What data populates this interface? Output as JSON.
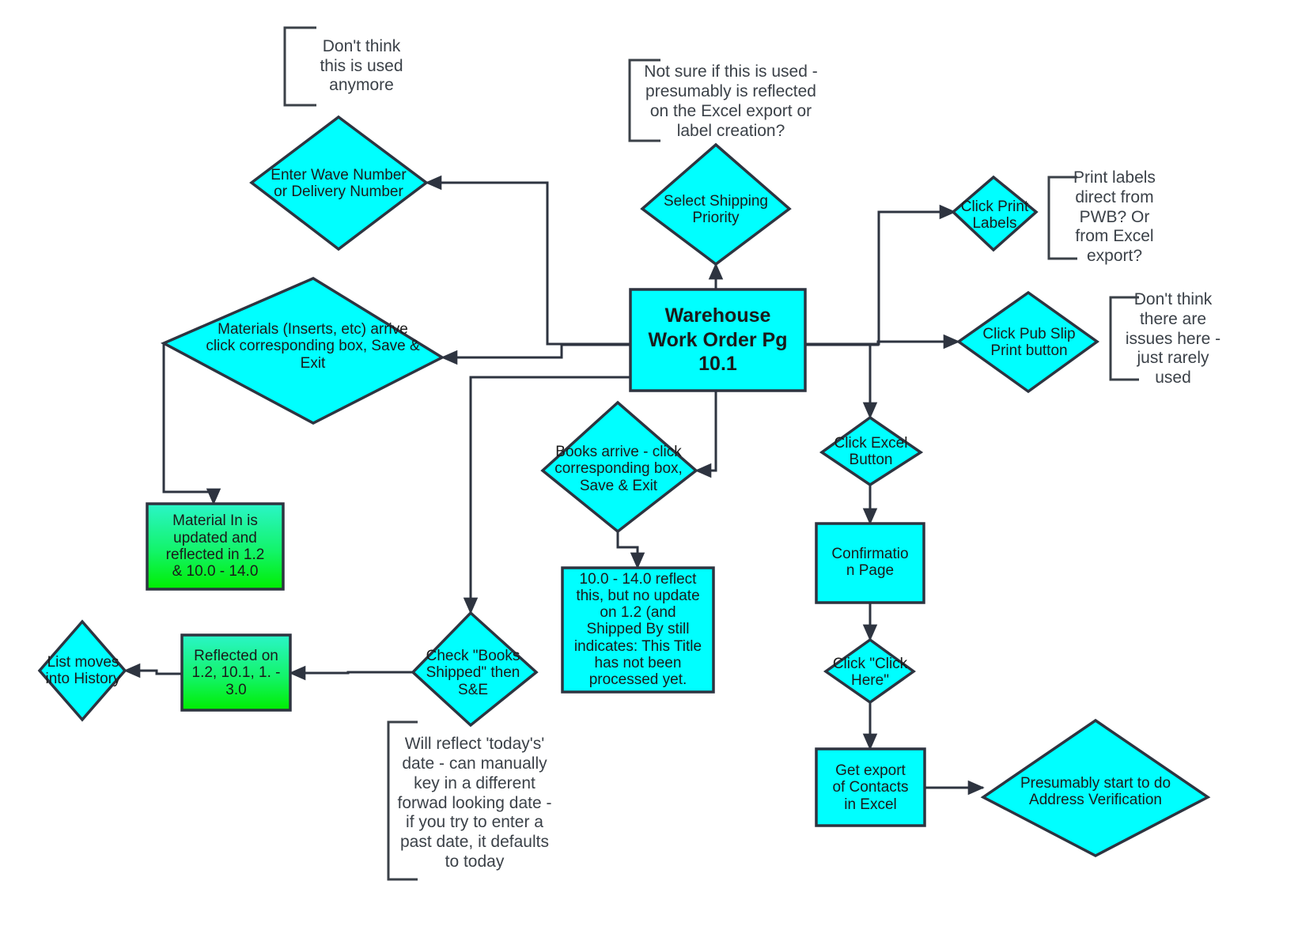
{
  "diagram": {
    "title": "Warehouse Work Order Pg 10.1 process flow",
    "colors": {
      "shape_fill_cyan": "#00FFFF",
      "shape_fill_green_top": "#2BF5C8",
      "shape_fill_green_bottom": "#00EE00",
      "stroke": "#2E3440",
      "text": "#1a1a1a",
      "note_text": "#3b4148",
      "background": "#FFFFFF"
    },
    "nodes": [
      {
        "id": "enter-wave-number",
        "shape": "diamond",
        "fill": "cyan",
        "label": "Enter Wave Number\nor Delivery Number"
      },
      {
        "id": "select-shipping-priority",
        "shape": "diamond",
        "fill": "cyan",
        "label": "Select Shipping\nPriority"
      },
      {
        "id": "warehouse-work-order",
        "shape": "rect",
        "fill": "cyan",
        "label": "Warehouse\nWork Order Pg\n10.1"
      },
      {
        "id": "click-print-labels",
        "shape": "diamond",
        "fill": "cyan",
        "label": "Click Print\nLabels"
      },
      {
        "id": "click-pub-slip",
        "shape": "diamond",
        "fill": "cyan",
        "label": "Click Pub Slip\nPrint button"
      },
      {
        "id": "materials-arrive",
        "shape": "diamond",
        "fill": "cyan",
        "label": "Materials (Inserts, etc) arrive\nclick corresponding box, Save &\nExit"
      },
      {
        "id": "material-in-updated",
        "shape": "rect",
        "fill": "green",
        "label": "Material In is\nupdated and\nreflected in 1.2\n& 10.0 - 14.0"
      },
      {
        "id": "books-arrive",
        "shape": "diamond",
        "fill": "cyan",
        "label": "Books arrive - click\ncorresponding box,\nSave & Exit"
      },
      {
        "id": "reflect-no-update",
        "shape": "rect",
        "fill": "cyan",
        "label": "10.0 - 14.0 reflect\nthis, but no update\non 1.2 (and\nShipped By still\nindicates: This Title\nhas not been\nprocessed yet."
      },
      {
        "id": "click-excel-button",
        "shape": "diamond",
        "fill": "cyan",
        "label": "Click Excel\nButton"
      },
      {
        "id": "confirmation-page",
        "shape": "rect",
        "fill": "cyan",
        "label": "Confirmatio\nn Page"
      },
      {
        "id": "click-click-here",
        "shape": "diamond",
        "fill": "cyan",
        "label": "Click \"Click\nHere\""
      },
      {
        "id": "get-export-contacts",
        "shape": "rect",
        "fill": "cyan",
        "label": "Get export\nof Contacts\nin Excel"
      },
      {
        "id": "address-verification",
        "shape": "diamond",
        "fill": "cyan",
        "label": "Presumably start to do\nAddress Verification"
      },
      {
        "id": "check-books-shipped",
        "shape": "diamond",
        "fill": "cyan",
        "label": "Check \"Books\nShipped\" then\nS&E"
      },
      {
        "id": "reflected-on",
        "shape": "rect",
        "fill": "green",
        "label": "Reflected on\n1.2, 10.1, 1. -\n3.0"
      },
      {
        "id": "list-moves-history",
        "shape": "diamond",
        "fill": "cyan",
        "label": "List moves\ninto History"
      }
    ],
    "notes": [
      {
        "id": "note-enter-wave",
        "attached_to": "enter-wave-number",
        "text": "Don't think\nthis is used\nanymore"
      },
      {
        "id": "note-shipping",
        "attached_to": "select-shipping-priority",
        "text": "Not sure if this is used -\npresumably is reflected\non the Excel export or\nlabel creation?"
      },
      {
        "id": "note-print-labels",
        "attached_to": "click-print-labels",
        "text": "Print labels\ndirect from\nPWB? Or\nfrom Excel\nexport?"
      },
      {
        "id": "note-pub-slip",
        "attached_to": "click-pub-slip",
        "text": "Don't think\nthere are\nissues here -\njust rarely\nused"
      },
      {
        "id": "note-books-shipped",
        "attached_to": "check-books-shipped",
        "text": "Will reflect 'today's'\ndate - can manually\nkey in a different\nforwad looking date -\nif you try to enter a\npast date, it defaults\nto today"
      }
    ],
    "edges": [
      {
        "id": "edge-main-to-shipping",
        "from": "warehouse-work-order",
        "to": "select-shipping-priority"
      },
      {
        "id": "edge-main-to-enter-wave",
        "from": "warehouse-work-order",
        "to": "enter-wave-number"
      },
      {
        "id": "edge-main-to-materials",
        "from": "warehouse-work-order",
        "to": "materials-arrive"
      },
      {
        "id": "edge-main-to-books-arrive",
        "from": "warehouse-work-order",
        "to": "books-arrive"
      },
      {
        "id": "edge-main-to-check-books",
        "from": "warehouse-work-order",
        "to": "check-books-shipped"
      },
      {
        "id": "edge-main-to-print-labels",
        "from": "warehouse-work-order",
        "to": "click-print-labels"
      },
      {
        "id": "edge-main-to-pub-slip",
        "from": "warehouse-work-order",
        "to": "click-pub-slip"
      },
      {
        "id": "edge-main-to-excel",
        "from": "warehouse-work-order",
        "to": "click-excel-button"
      },
      {
        "id": "edge-materials-to-material-in",
        "from": "materials-arrive",
        "to": "material-in-updated"
      },
      {
        "id": "edge-books-to-reflect",
        "from": "books-arrive",
        "to": "reflect-no-update"
      },
      {
        "id": "edge-excel-to-confirmation",
        "from": "click-excel-button",
        "to": "confirmation-page"
      },
      {
        "id": "edge-confirmation-to-here",
        "from": "confirmation-page",
        "to": "click-click-here"
      },
      {
        "id": "edge-here-to-export",
        "from": "click-click-here",
        "to": "get-export-contacts"
      },
      {
        "id": "edge-export-to-address",
        "from": "get-export-contacts",
        "to": "address-verification"
      },
      {
        "id": "edge-check-to-reflected",
        "from": "check-books-shipped",
        "to": "reflected-on"
      },
      {
        "id": "edge-reflected-to-history",
        "from": "reflected-on",
        "to": "list-moves-history"
      }
    ]
  }
}
